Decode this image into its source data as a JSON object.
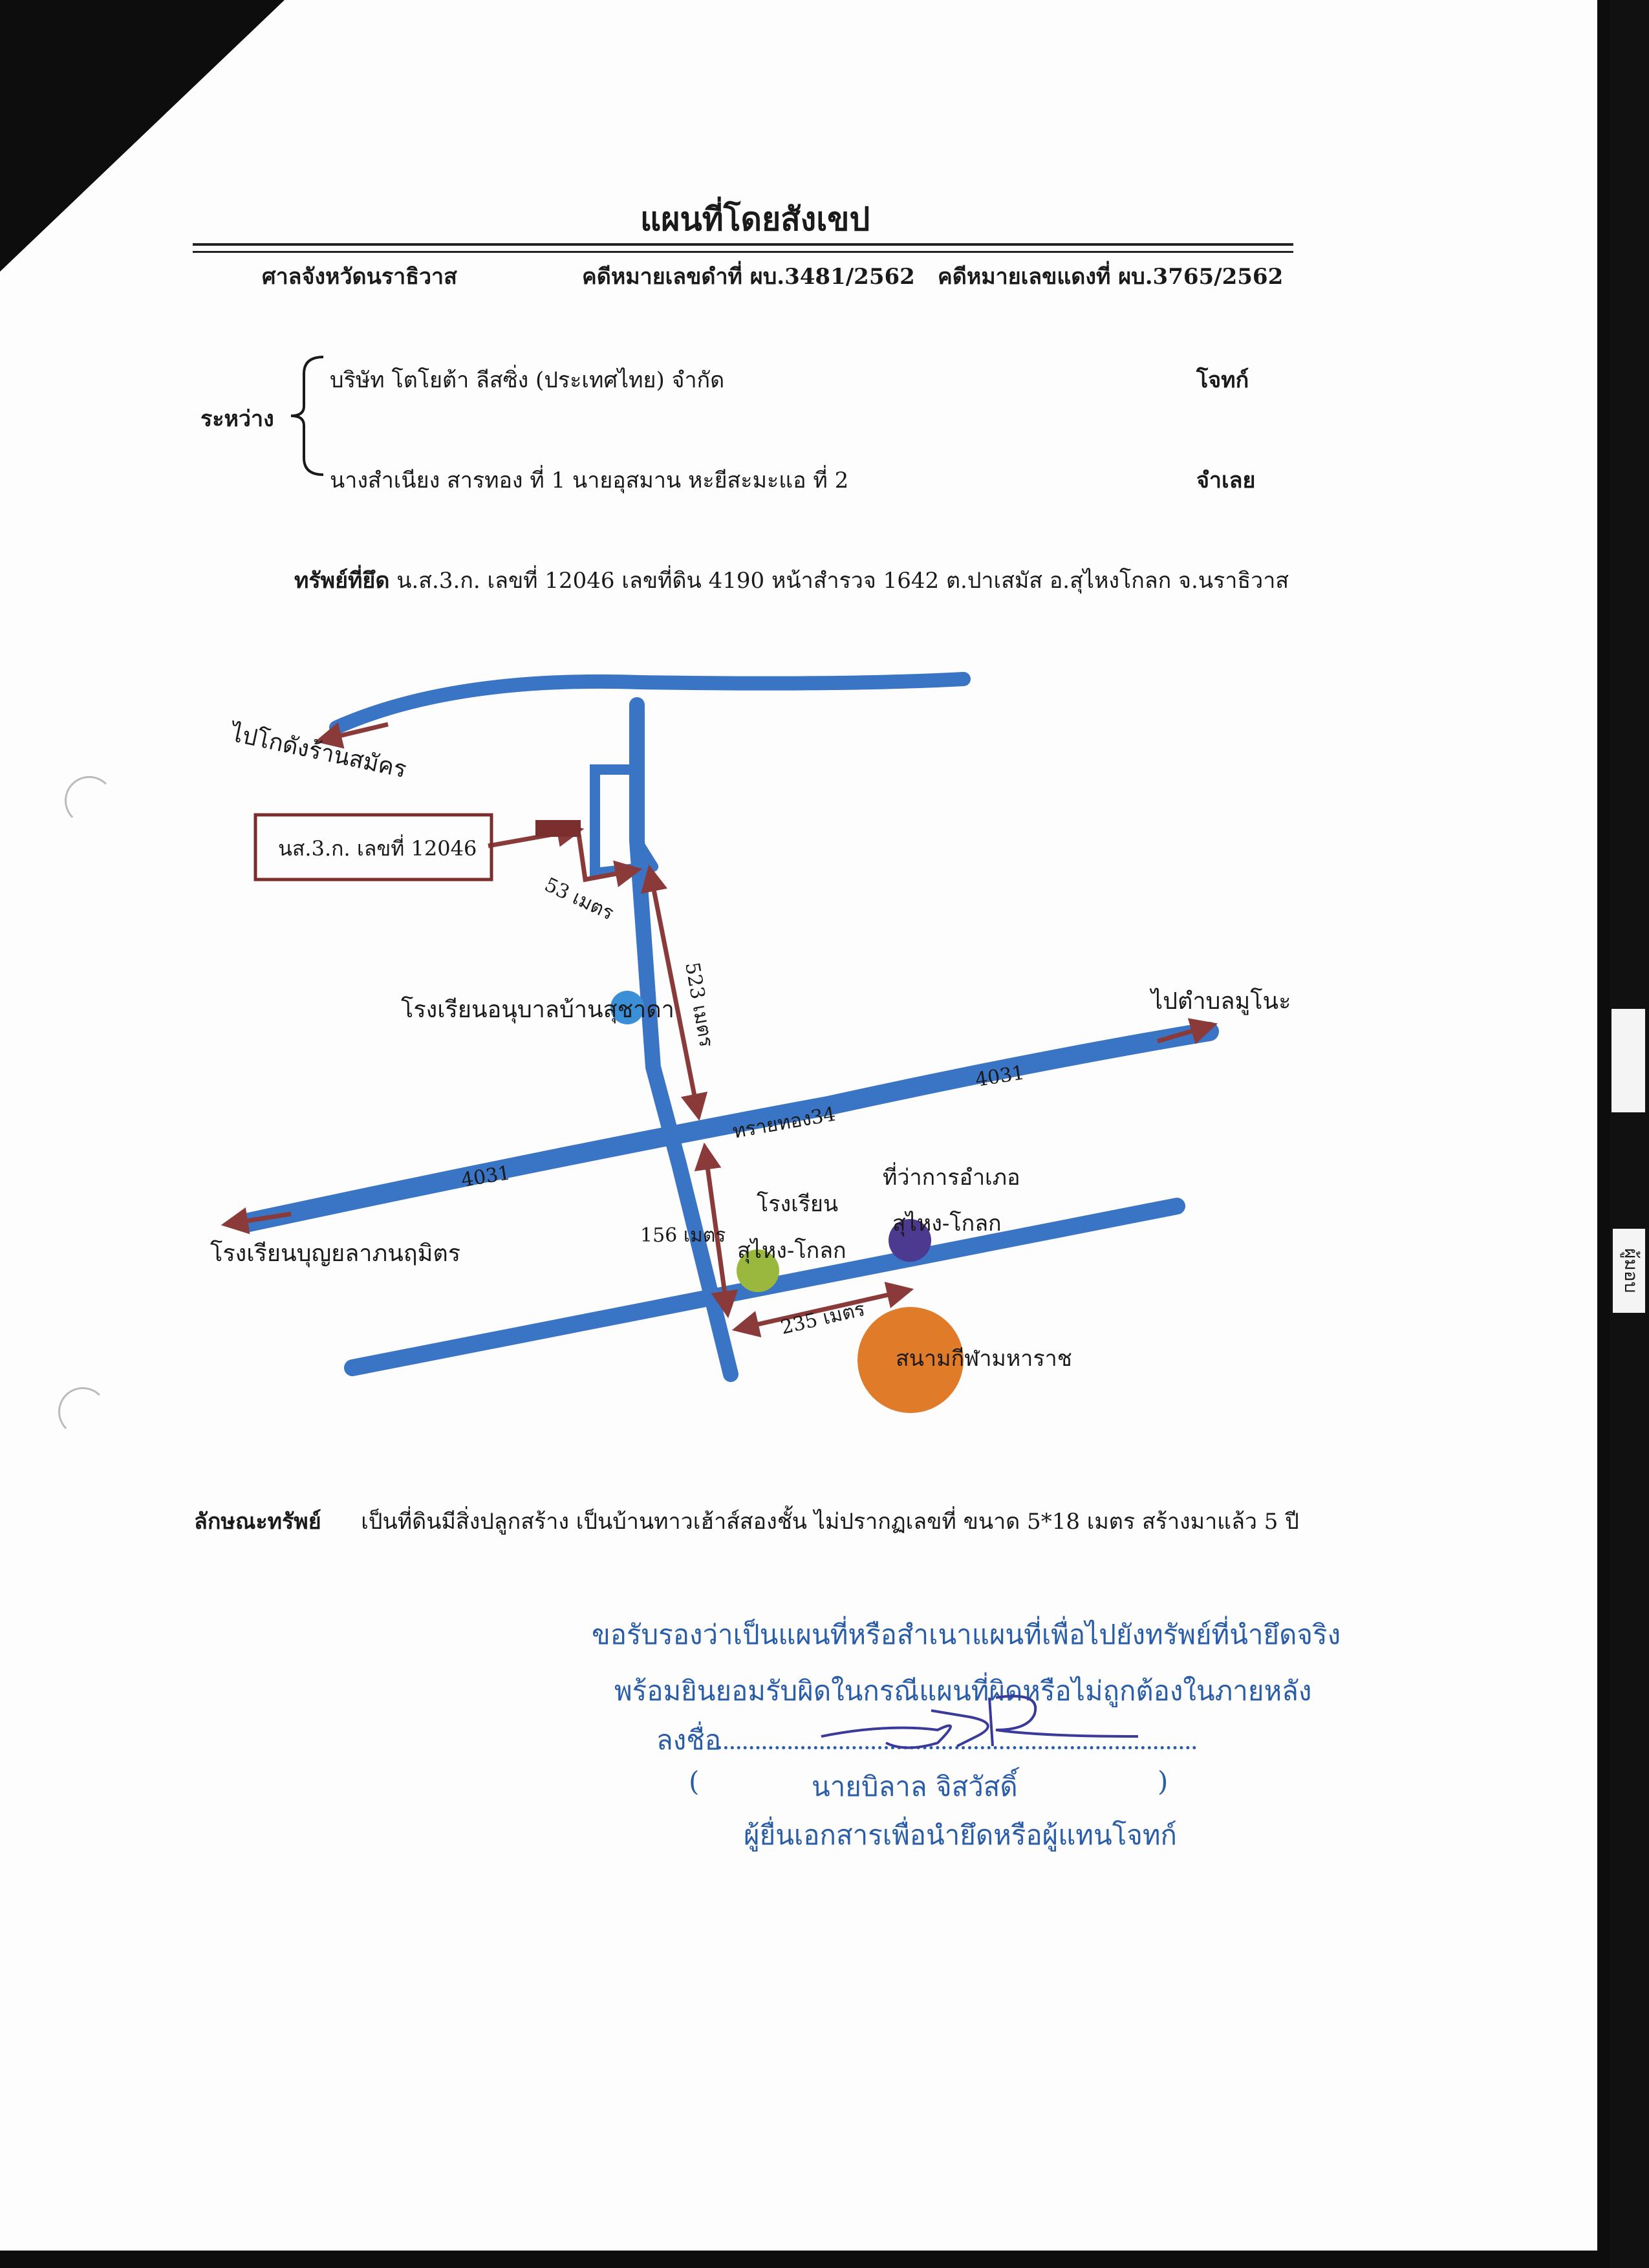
{
  "document": {
    "title": "แผนที่โดยสังเขป",
    "court": "ศาลจังหวัดนราธิวาส",
    "black_case": "คดีหมายเลขดำที่ ผบ.3481/2562",
    "red_case": "คดีหมายเลขแดงที่ ผบ.3765/2562",
    "between_label": "ระหว่าง",
    "plaintiff_name": "บริษัท โตโยต้า ลีสซิ่ง (ประเทศไทย) จำกัด",
    "plaintiff_role": "โจทก์",
    "defendant_name": "นางสำเนียง สารทอง ที่ 1 นายอุสมาน หะยีสะมะแอ ที่ 2",
    "defendant_role": "จำเลย",
    "property_label": "ทรัพย์ที่ยึด",
    "property_text": "น.ส.3.ก. เลขที่ 12046 เลขที่ดิน 4190 หน้าสำรวจ 1642 ต.ปาเสมัส อ.สุไหงโกลก จ.นราธิวาส",
    "desc_label": "ลักษณะทรัพย์",
    "desc_text": "เป็นที่ดินมีสิ่งปลูกสร้าง เป็นบ้านทาวเฮ้าส์สองชั้น ไม่ปรากฏเลขที่ ขนาด 5*18 เมตร สร้างมาแล้ว 5 ปี"
  },
  "map": {
    "to_godown": "ไปโกดังร้านสมัคร",
    "parcel_box": "นส.3.ก. เลขที่ 12046",
    "dist_53": "53 เมตร",
    "dist_523": "523 เมตร",
    "kindergarten": "โรงเรียนอนุบาลบ้านสุชาดา",
    "to_lubonae": "ไปตำบลมูโนะ",
    "road_4031_right": "4031",
    "road_4031_left": "4031",
    "soi_34": "ทรายทอง34",
    "district_office_1": "ที่ว่าการอำเภอ",
    "district_office_2": "สุไหง-โกลก",
    "school_1": "โรงเรียน",
    "school_2": "สุไหง-โกลก",
    "dist_156": "156 เมตร",
    "to_school": "โรงเรียนบุญยลาภนฤมิตร",
    "dist_235": "235 เมตร",
    "stadium": "สนามกีฬามหาราช",
    "colors": {
      "road": "#3a74c4",
      "arrow": "#8b3a3a",
      "stadium": "#e07b2a",
      "school": "#9ab83d",
      "office": "#4b3a8f",
      "kindergarten": "#3a8fd6"
    }
  },
  "certification": {
    "line1": "ขอรับรองว่าเป็นแผนที่หรือสำเนาแผนที่เพื่อไปยังทรัพย์ที่นำยึดจริง",
    "line2": "พร้อมยินยอมรับผิดในกรณีแผนที่ผิดหรือไม่ถูกต้องในภายหลัง",
    "sign_label": "ลงชื่อ",
    "name_open": "(",
    "name": "นายบิลาล   จิสวัสดิ์",
    "name_close": ")",
    "role": "ผู้ยื่นเอกสารเพื่อนำยึดหรือผู้แทนโจทก์"
  },
  "side_tab": "ผู้มอบ"
}
